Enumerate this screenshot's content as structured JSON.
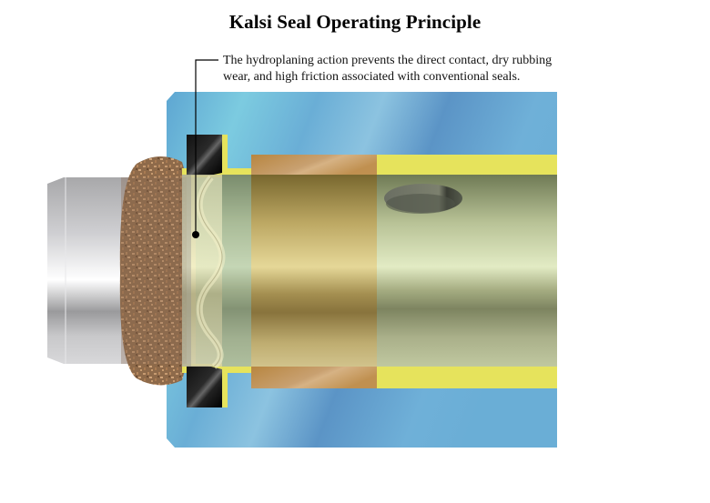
{
  "title": "Kalsi Seal Operating Principle",
  "callout": {
    "line1": "The hydroplaning action prevents the direct contact, dry rubbing",
    "line2": "wear, and high friction associated with conventional seals."
  },
  "components": [
    {
      "name": "housing",
      "color": "#6aaed6"
    },
    {
      "name": "shaft",
      "color": "#c8cfa4"
    },
    {
      "name": "kalsi-seal-lip-hydrodynamic",
      "color": "#e6e079"
    },
    {
      "name": "backup-ring",
      "color": "#1a1a1a"
    },
    {
      "name": "bearing-bushing",
      "color": "#c0904e"
    },
    {
      "name": "lubricant-channel",
      "color": "#e6e35c"
    },
    {
      "name": "abrasive-environment",
      "color": "#9b7050"
    },
    {
      "name": "lube-port-hole",
      "color": "#5a5f50"
    },
    {
      "name": "shaft-end-chrome",
      "color": "#d8d8d8"
    }
  ],
  "colors": {
    "housing_light": "#7ccbe0",
    "housing_dark": "#5a96c8",
    "yellow": "#e6e35c",
    "bronze": "#c0904e",
    "seal_black": "#1a1a1a"
  }
}
